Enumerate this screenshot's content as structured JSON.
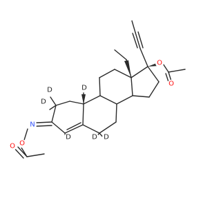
{
  "structure": {
    "labels": {
      "o_ester_top": "O",
      "o_carbonyl_top": "O",
      "n_oxime": "N",
      "o_oxime": "O",
      "o_carbonyl_bottom": "O",
      "d_c10": "D",
      "d_c1a": "D",
      "d_c1b": "D",
      "d_c4": "D",
      "d_c6a": "D",
      "d_c6b": "D"
    },
    "colors": {
      "oxygen": "#ff0d0d",
      "nitrogen": "#3050f8",
      "bond": "#2b2b2b",
      "deuterium": "#222222"
    }
  }
}
